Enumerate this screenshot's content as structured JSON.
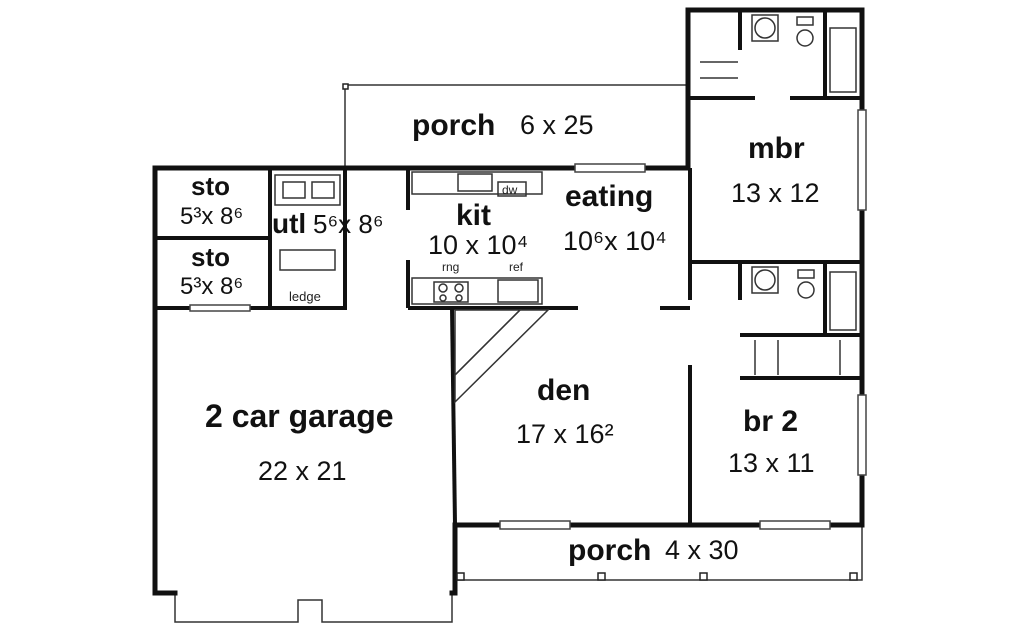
{
  "rooms": {
    "porch_top": {
      "name": "porch",
      "dim": "6 x 25"
    },
    "mbr": {
      "name": "mbr",
      "dim": "13 x 12"
    },
    "sto1": {
      "name": "sto",
      "dim": "5³x 8⁶"
    },
    "sto2": {
      "name": "sto",
      "dim": "5³x 8⁶"
    },
    "utl": {
      "name": "utl",
      "dim": "5⁶x 8⁶"
    },
    "kit": {
      "name": "kit",
      "dim": "10 x 10⁴"
    },
    "eating": {
      "name": "eating",
      "dim": "10⁶x 10⁴"
    },
    "den": {
      "name": "den",
      "dim": "17 x 16²"
    },
    "garage": {
      "name": "2 car garage",
      "dim": "22 x 21"
    },
    "br2": {
      "name": "br 2",
      "dim": "13 x 11"
    },
    "porch_bottom": {
      "name": "porch",
      "dim": "4 x 30"
    }
  },
  "fixtures": {
    "ledge": "ledge",
    "dw": "dw",
    "rng": "rng",
    "ref": "ref"
  },
  "colors": {
    "wall": "#111111",
    "line": "#333333",
    "background": "#ffffff"
  }
}
